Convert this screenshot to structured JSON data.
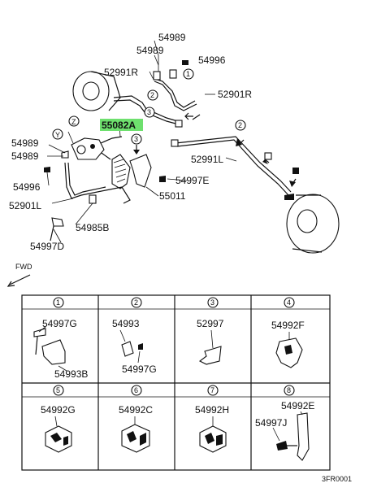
{
  "main_diagram": {
    "labels": {
      "l_54989_a": "54989",
      "l_54989_b": "54989",
      "l_54996_top": "54996",
      "l_52991r": "52991R",
      "l_52901r": "52901R",
      "l_55082a": "55082A",
      "l_z": "Z",
      "l_y": "Y",
      "l_54989_c": "54989",
      "l_54989_d": "54989",
      "l_54996_left": "54996",
      "l_52901l": "52901L",
      "l_54985b": "54985B",
      "l_54997d": "54997D",
      "l_52991l": "52991L",
      "l_54997e": "54997E",
      "l_55011": "55011",
      "c1": "1",
      "c2a": "2",
      "c2b": "2",
      "c3a": "3",
      "c3b": "3"
    },
    "highlight_color": "#6ee06e",
    "fwd_label": "FWD"
  },
  "table": {
    "cells": [
      {
        "num": "1",
        "parts": [
          "54997G",
          "54993B"
        ]
      },
      {
        "num": "2",
        "parts": [
          "54993",
          "54997G"
        ]
      },
      {
        "num": "3",
        "parts": [
          "52997"
        ]
      },
      {
        "num": "4",
        "parts": [
          "54992F"
        ]
      },
      {
        "num": "5",
        "parts": [
          "54992G"
        ]
      },
      {
        "num": "6",
        "parts": [
          "54992C"
        ]
      },
      {
        "num": "7",
        "parts": [
          "54992H"
        ]
      },
      {
        "num": "8",
        "parts": [
          "54992E",
          "54997J"
        ]
      }
    ]
  },
  "footer_code": "3FR0001"
}
